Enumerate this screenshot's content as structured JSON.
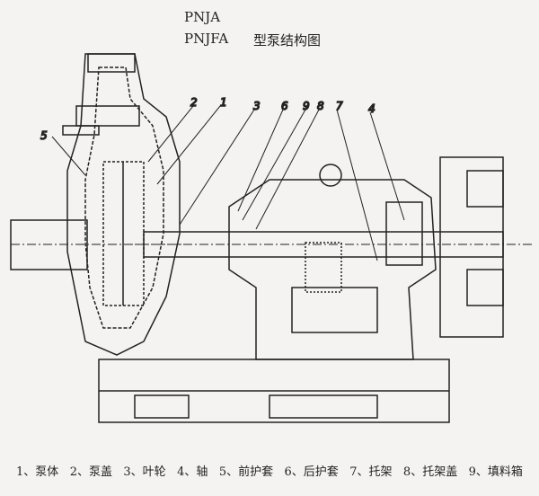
{
  "title": {
    "model_a": "PNJA",
    "model_b": "PNJFA",
    "caption": "型泵结构图"
  },
  "callouts": [
    "5",
    "2",
    "1",
    "3",
    "6",
    "9",
    "8",
    "7",
    "4"
  ],
  "legend": [
    "1、泵体",
    "2、泵盖",
    "3、叶轮",
    "4、轴",
    "5、前护套",
    "6、后护套",
    "7、托架",
    "8、托架盖",
    "9、填料箱"
  ]
}
